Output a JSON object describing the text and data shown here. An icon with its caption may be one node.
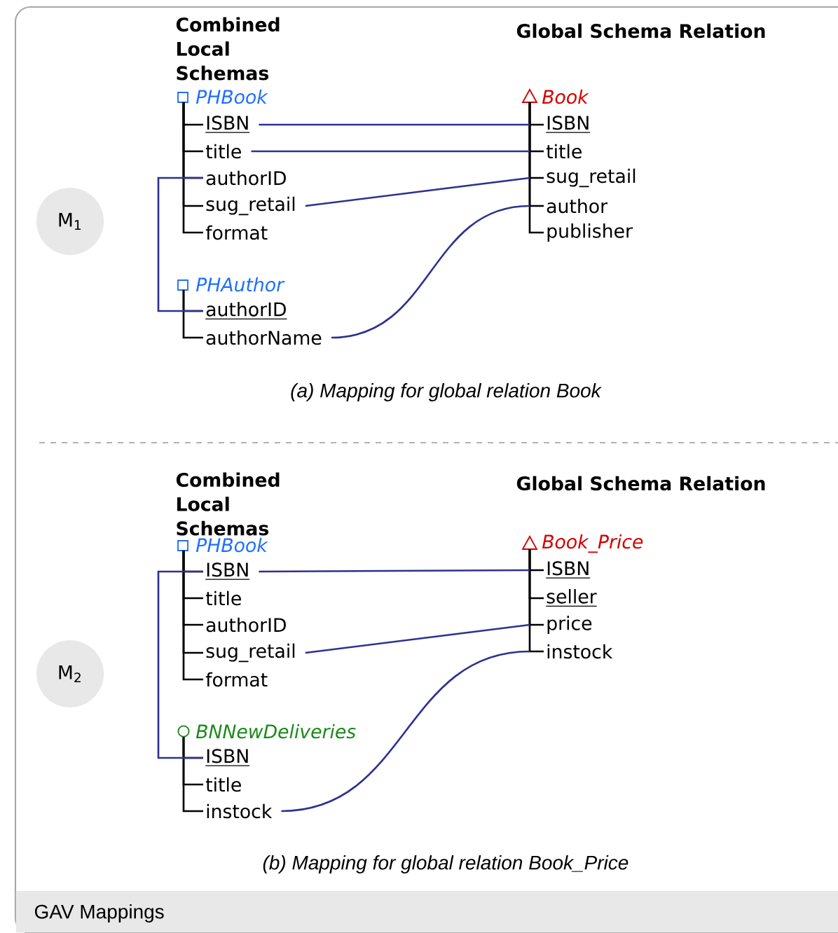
{
  "diagram": {
    "caption": "GAV Mappings",
    "nodes": [
      {
        "text": [
          "M$_{1}$"
        ]
      },
      {
        "text": [
          "PHBook"
        ]
      },
      {
        "text": [
          "ISBN"
        ]
      },
      {
        "text": [
          "title"
        ]
      },
      {
        "text": [
          "authorID"
        ]
      },
      {
        "text": [
          "sug_retail"
        ]
      },
      {
        "text": [
          "format"
        ]
      },
      {
        "text": [
          "PHAuthor"
        ]
      },
      {
        "text": [
          "authorID"
        ]
      },
      {
        "text": [
          "authorName"
        ]
      },
      {
        "text": [
          "Book"
        ]
      },
      {
        "text": [
          "ISBN"
        ]
      },
      {
        "text": [
          "title"
        ]
      },
      {
        "text": [
          "sug_retail"
        ]
      },
      {
        "text": [
          "author"
        ]
      },
      {
        "text": [
          "publisher"
        ]
      },
      {
        "text": [
          "M$_{2}$"
        ]
      },
      {
        "text": [
          "PHBook"
        ]
      },
      {
        "text": [
          "ISBN"
        ]
      },
      {
        "text": [
          "title"
        ]
      },
      {
        "text": [
          "authorID"
        ]
      },
      {
        "text": [
          "sug_retail"
        ]
      },
      {
        "text": [
          "format"
        ]
      },
      {
        "text": [
          "BNNewDeliveries"
        ]
      },
      {
        "text": [
          "ISBN"
        ]
      },
      {
        "text": [
          "title"
        ]
      },
      {
        "text": [
          "instock"
        ]
      },
      {
        "text": [
          "Book_Price"
        ]
      },
      {
        "text": [
          "ISBN"
        ]
      },
      {
        "text": [
          "seller"
        ]
      },
      {
        "text": [
          "price"
        ]
      },
      {
        "text": [
          "instock"
        ]
      }
    ],
    "edges": [
      {
        "from": 1,
        "to": 2,
        "arrow": "none"
      },
      {
        "from": 1,
        "to": 3,
        "arrow": "none"
      },
      {
        "from": 1,
        "to": 4,
        "arrow": "none"
      },
      {
        "from": 1,
        "to": 5,
        "arrow": "none"
      },
      {
        "from": 1,
        "to": 6,
        "arrow": "none"
      },
      {
        "from": 7,
        "to": 8,
        "arrow": "none"
      },
      {
        "from": 7,
        "to": 9,
        "arrow": "none"
      },
      {
        "from": 10,
        "to": 11,
        "arrow": "none"
      },
      {
        "from": 10,
        "to": 12,
        "arrow": "none"
      },
      {
        "from": 10,
        "to": 13,
        "arrow": "none"
      },
      {
        "from": 10,
        "to": 14,
        "arrow": "none"
      },
      {
        "from": 10,
        "to": 15,
        "arrow": "none"
      },
      {
        "from": 17,
        "to": 18,
        "arrow": "none"
      },
      {
        "from": 17,
        "to": 19,
        "arrow": "none"
      },
      {
        "from": 17,
        "to": 20,
        "arrow": "none"
      },
      {
        "from": 17,
        "to": 21,
        "arrow": "none"
      },
      {
        "from": 17,
        "to": 22,
        "arrow": "none"
      },
      {
        "from": 23,
        "to": 24,
        "arrow": "none"
      },
      {
        "from": 23,
        "to": 25,
        "arrow": "none"
      },
      {
        "from": 23,
        "to": 26,
        "arrow": "none"
      },
      {
        "from": 27,
        "to": 28,
        "arrow": "none"
      },
      {
        "from": 27,
        "to": 29,
        "arrow": "none"
      },
      {
        "from": 27,
        "to": 30,
        "arrow": "none"
      },
      {
        "from": 27,
        "to": 31,
        "arrow": "none"
      },
      {
        "from": 2,
        "to": 11,
        "arrow": "none",
        "color": "#2e3192"
      },
      {
        "from": 3,
        "to": 12,
        "arrow": "none",
        "color": "#2e3192"
      },
      {
        "from": 4,
        "to": 8,
        "arrow": "none",
        "color": "#2e3192"
      },
      {
        "from": 5,
        "to": 13,
        "arrow": "none",
        "color": "#2e3192"
      },
      {
        "from": 9,
        "to": 14,
        "arrow": "none",
        "color": "#2e3192"
      },
      {
        "from": 18,
        "to": 28,
        "arrow": "none",
        "color": "#2e3192"
      },
      {
        "from": 18,
        "to": 24,
        "arrow": "none",
        "color": "#2e3192"
      },
      {
        "from": 21,
        "to": 30,
        "arrow": "none",
        "color": "#2e3192"
      },
      {
        "from": 26,
        "to": 31,
        "arrow": "none",
        "color": "#2e3192"
      }
    ],
    "labels": [
      "Combined Local Schemas",
      "Global Schema Relation",
      "(a) Mapping for global relation Book",
      "Combined Local Schemas",
      "Global Schema Relation",
      "(b) Mapping for global relation Book_Price"
    ]
  }
}
